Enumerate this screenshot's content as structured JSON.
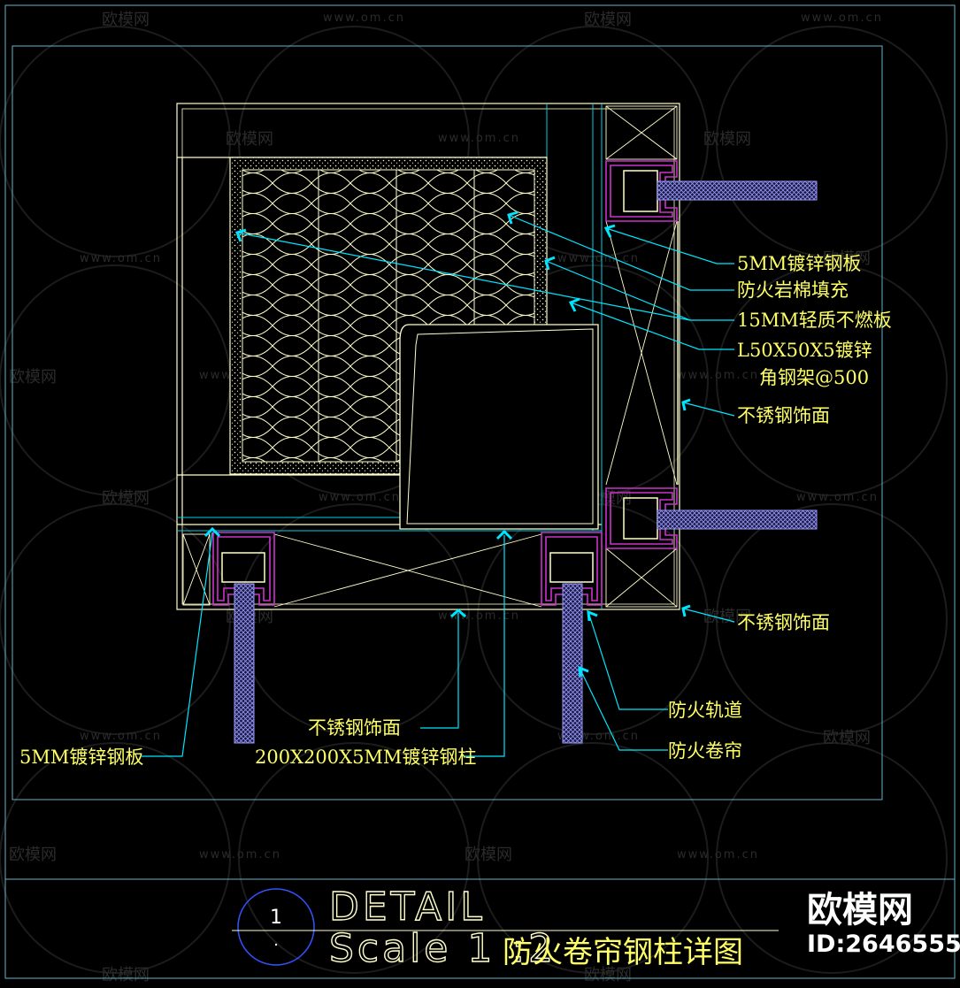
{
  "title": {
    "cn": "防火卷帘钢柱详图",
    "detail_word": "DETAIL",
    "scale": "Scale 1 :2",
    "detail_number": "1"
  },
  "labels": {
    "l1": "5MM镀锌钢板",
    "l2": "防火岩棉填充",
    "l3": "15MM轻质不燃板",
    "l4a": "L50X50X5镀锌",
    "l4b": "角钢架@500",
    "l5": "不锈钢饰面",
    "l6": "不锈钢饰面",
    "l7": "防火轨道",
    "l8": "防火卷帘",
    "l9": "不锈钢饰面",
    "l10": "5MM镀锌钢板",
    "l11": "200X200X5MM镀锌钢柱"
  },
  "watermark": {
    "brand": "欧模网",
    "url": "www.om.cn"
  },
  "brand": {
    "name": "欧模网",
    "id": "ID:2646555"
  },
  "colors": {
    "line": "#ffffcc",
    "leader": "#00e5ff",
    "label": "#ffff66",
    "track": "#cc33cc",
    "curtain": "#9999ff",
    "frame": "#66b3c8",
    "circle": "#3355ff"
  }
}
